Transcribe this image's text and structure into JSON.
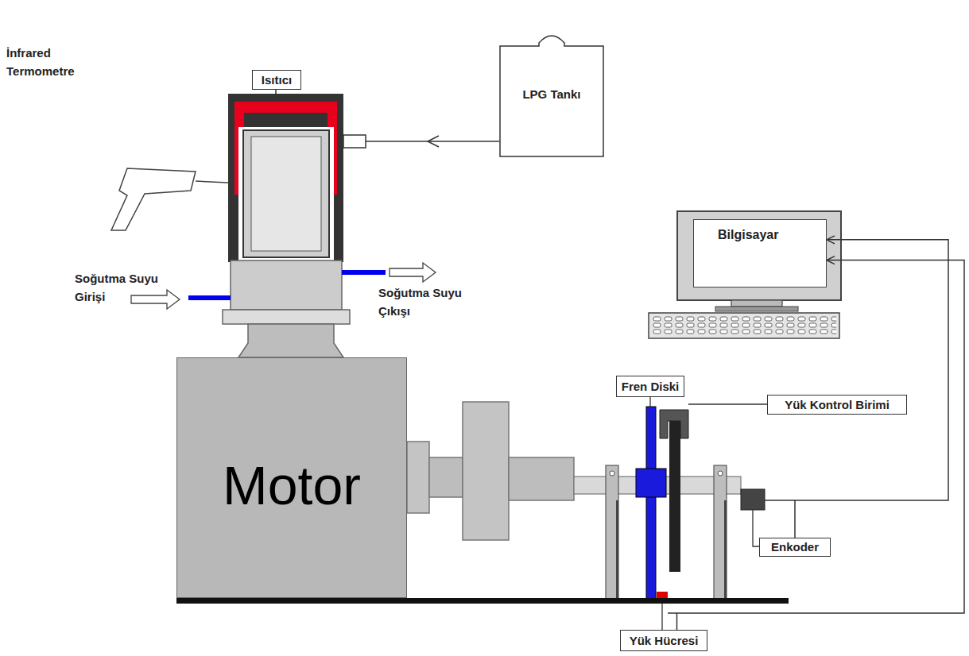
{
  "diagram": {
    "nodes": [
      {
        "text": [
          "Isıtıcı"
        ]
      },
      {
        "text": [
          "LPG Tankı"
        ]
      },
      {
        "text": [
          "Bilgisayar"
        ]
      },
      {
        "text": [
          "Motor"
        ]
      },
      {
        "text": [
          "Fren Diski"
        ]
      },
      {
        "text": [
          "Yük Kontrol Birimi"
        ]
      },
      {
        "text": [
          "Enkoder"
        ]
      },
      {
        "text": [
          "Yük Hücresi"
        ]
      }
    ],
    "edges": [
      {
        "from": 6,
        "to": 2,
        "arrow": "to"
      },
      {
        "from": 7,
        "to": 2,
        "arrow": "to"
      }
    ],
    "labels": [
      "İnfrared Termometre",
      "Soğutma Suyu Girişi",
      "Soğutma Suyu Çıkışı"
    ]
  }
}
